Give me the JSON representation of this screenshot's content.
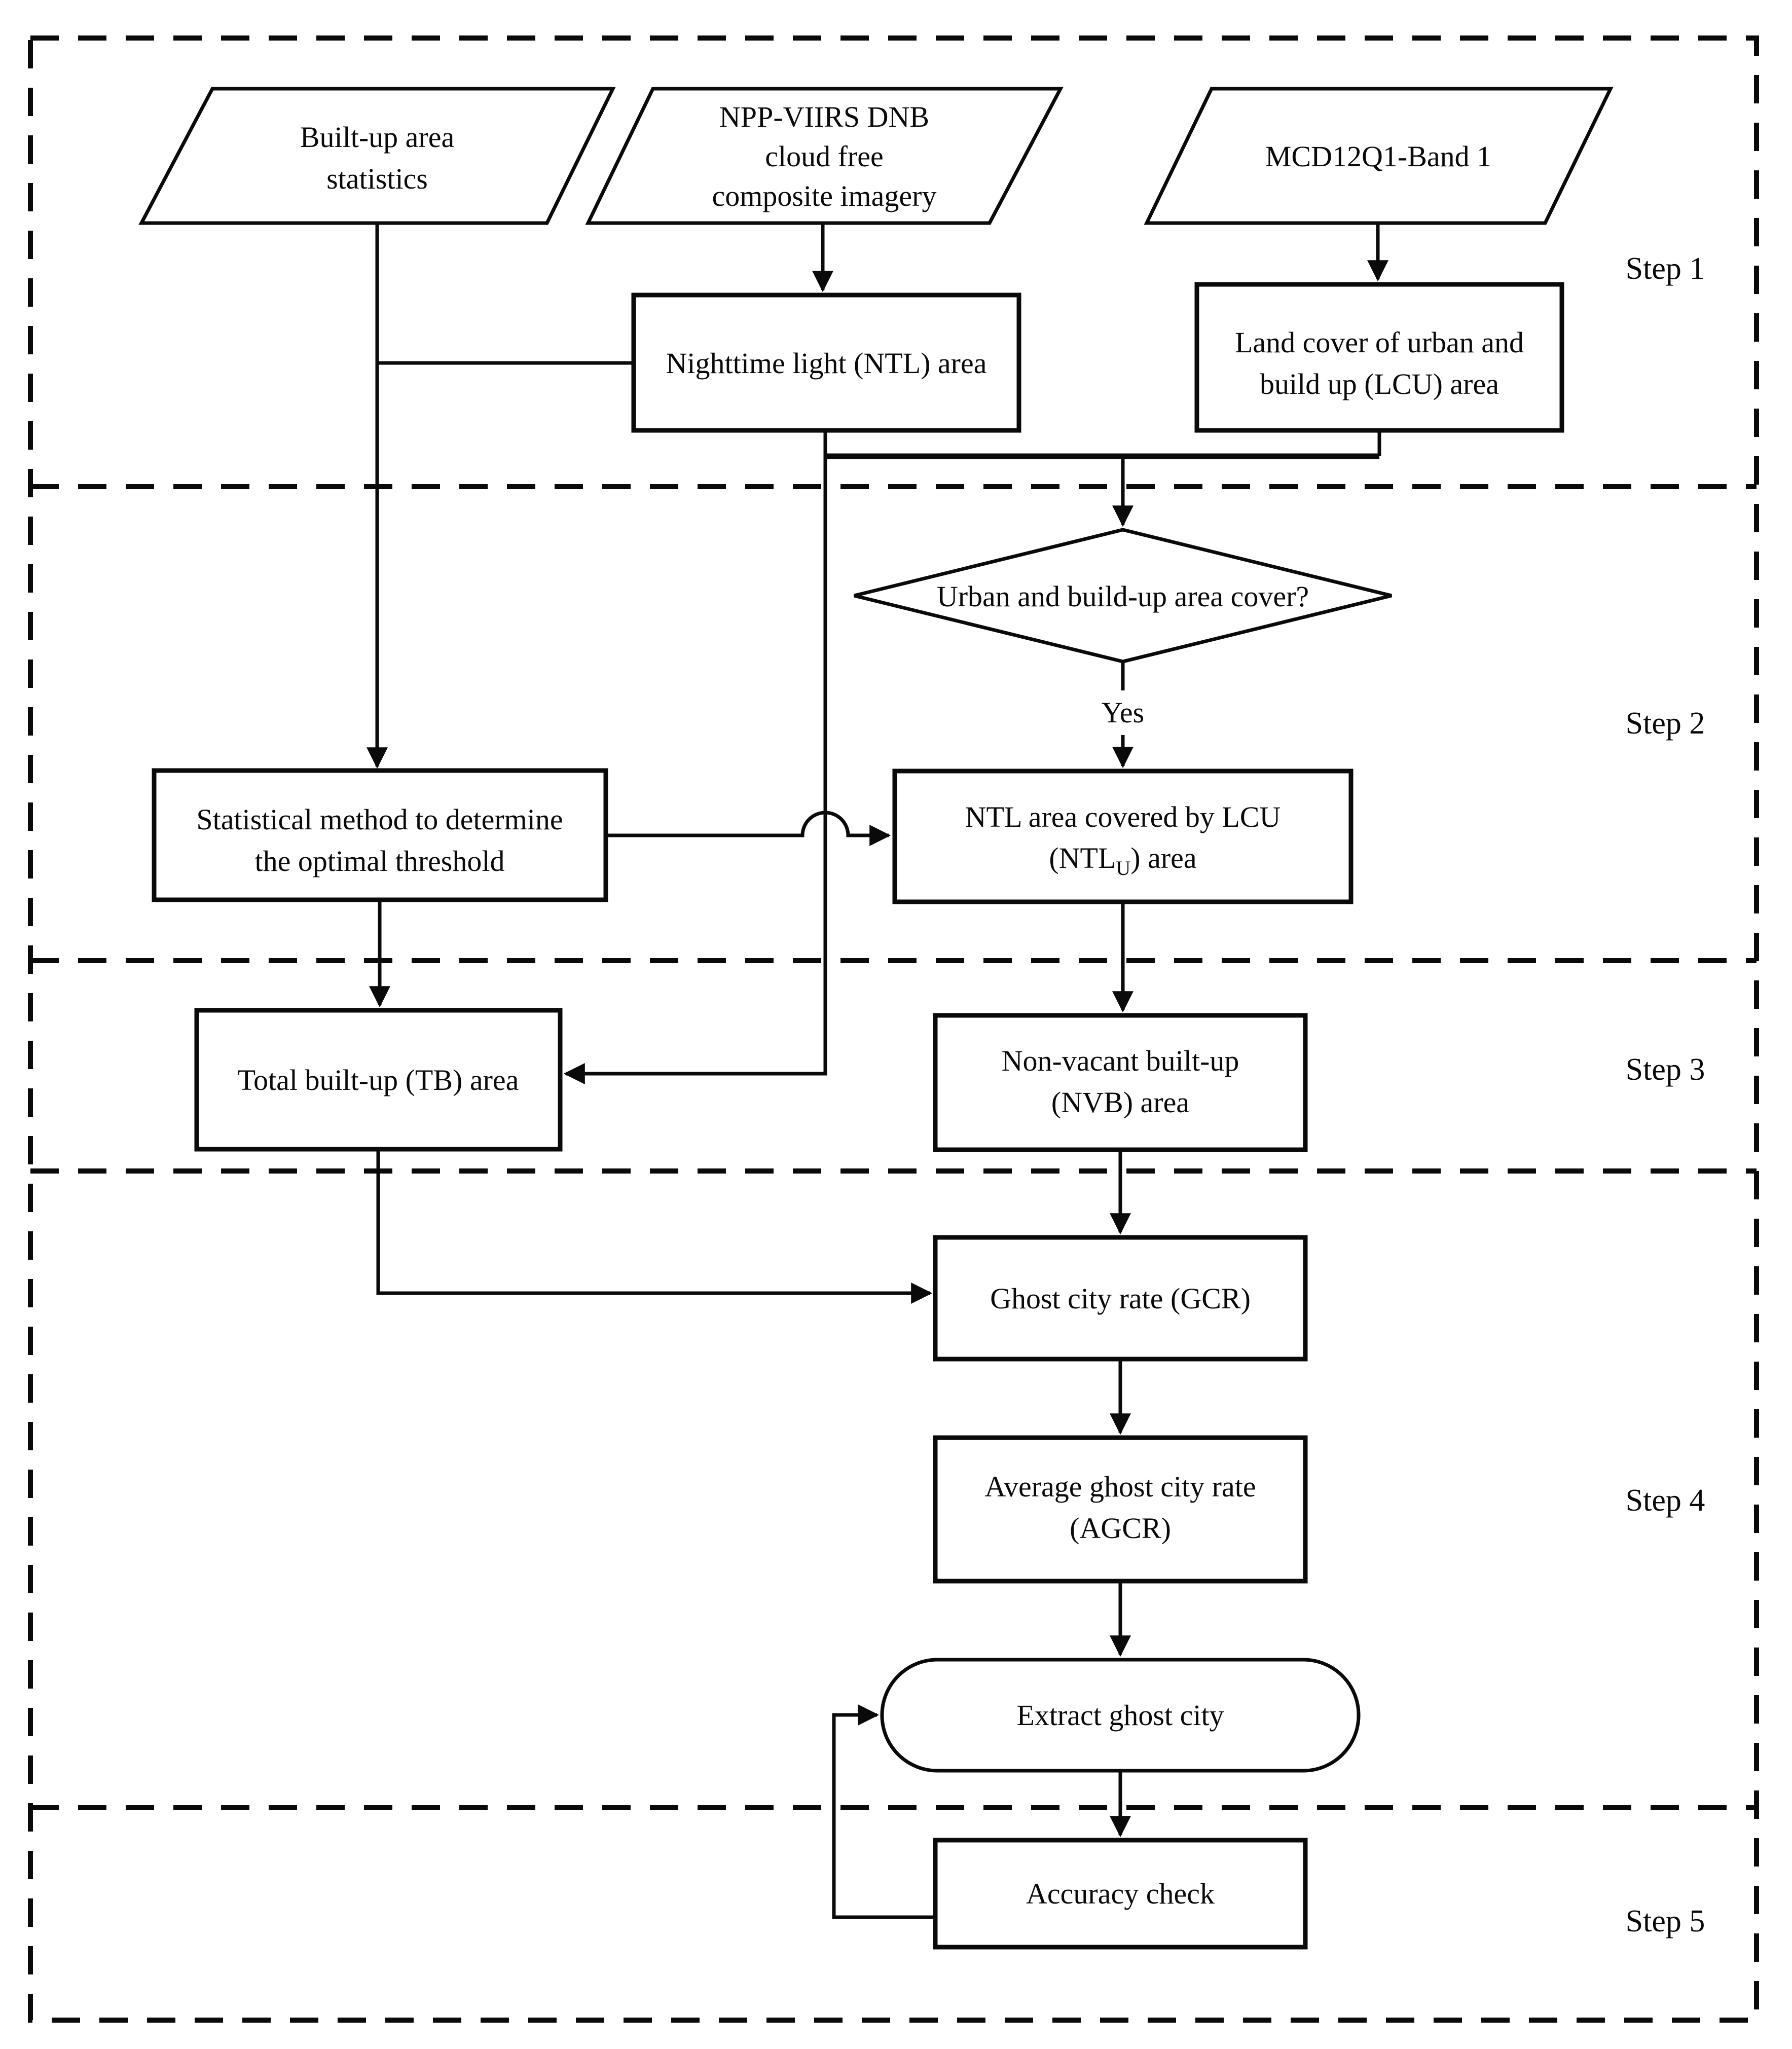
{
  "diagram": {
    "title": "Ghost city extraction methodology flowchart",
    "colors": {
      "stroke": "#0a0a0a",
      "background": "#ffffff",
      "shape_fill": "#ffffff"
    },
    "steps": [
      {
        "label": "Step 1"
      },
      {
        "label": "Step 2"
      },
      {
        "label": "Step 3"
      },
      {
        "label": "Step 4"
      },
      {
        "label": "Step 5"
      }
    ],
    "nodes": {
      "builtup_stats": {
        "shape": "parallelogram",
        "lines": [
          "Built-up area",
          "statistics"
        ]
      },
      "npp_viirs": {
        "shape": "parallelogram",
        "lines": [
          "NPP-VIIRS DNB",
          "cloud free",
          "composite imagery"
        ]
      },
      "mcd12q1": {
        "shape": "parallelogram",
        "lines": [
          "MCD12Q1-Band 1"
        ]
      },
      "ntl": {
        "shape": "rectangle",
        "lines": [
          "Nighttime light (NTL) area"
        ]
      },
      "lcu": {
        "shape": "rectangle",
        "lines": [
          "Land cover of urban and",
          "build up (LCU) area"
        ]
      },
      "decision": {
        "shape": "diamond",
        "lines": [
          "Urban and build-up area cover?"
        ]
      },
      "decision_yes": {
        "label": "Yes"
      },
      "stat_method": {
        "shape": "rectangle",
        "lines": [
          "Statistical method to determine",
          "the optimal threshold"
        ]
      },
      "ntlu": {
        "shape": "rectangle",
        "line1": "NTL area covered by LCU",
        "line2_pre": "(NTL",
        "line2_sub": "U",
        "line2_post": ") area"
      },
      "tb": {
        "shape": "rectangle",
        "lines": [
          "Total built-up (TB) area"
        ]
      },
      "nvb": {
        "shape": "rectangle",
        "lines": [
          "Non-vacant built-up",
          "(NVB) area"
        ]
      },
      "gcr": {
        "shape": "rectangle",
        "lines": [
          "Ghost city rate (GCR)"
        ]
      },
      "agcr": {
        "shape": "rectangle",
        "lines": [
          "Average ghost city rate",
          "(AGCR)"
        ]
      },
      "extract": {
        "shape": "stadium",
        "lines": [
          "Extract ghost city"
        ]
      },
      "accuracy": {
        "shape": "rectangle",
        "lines": [
          "Accuracy check"
        ]
      }
    }
  }
}
